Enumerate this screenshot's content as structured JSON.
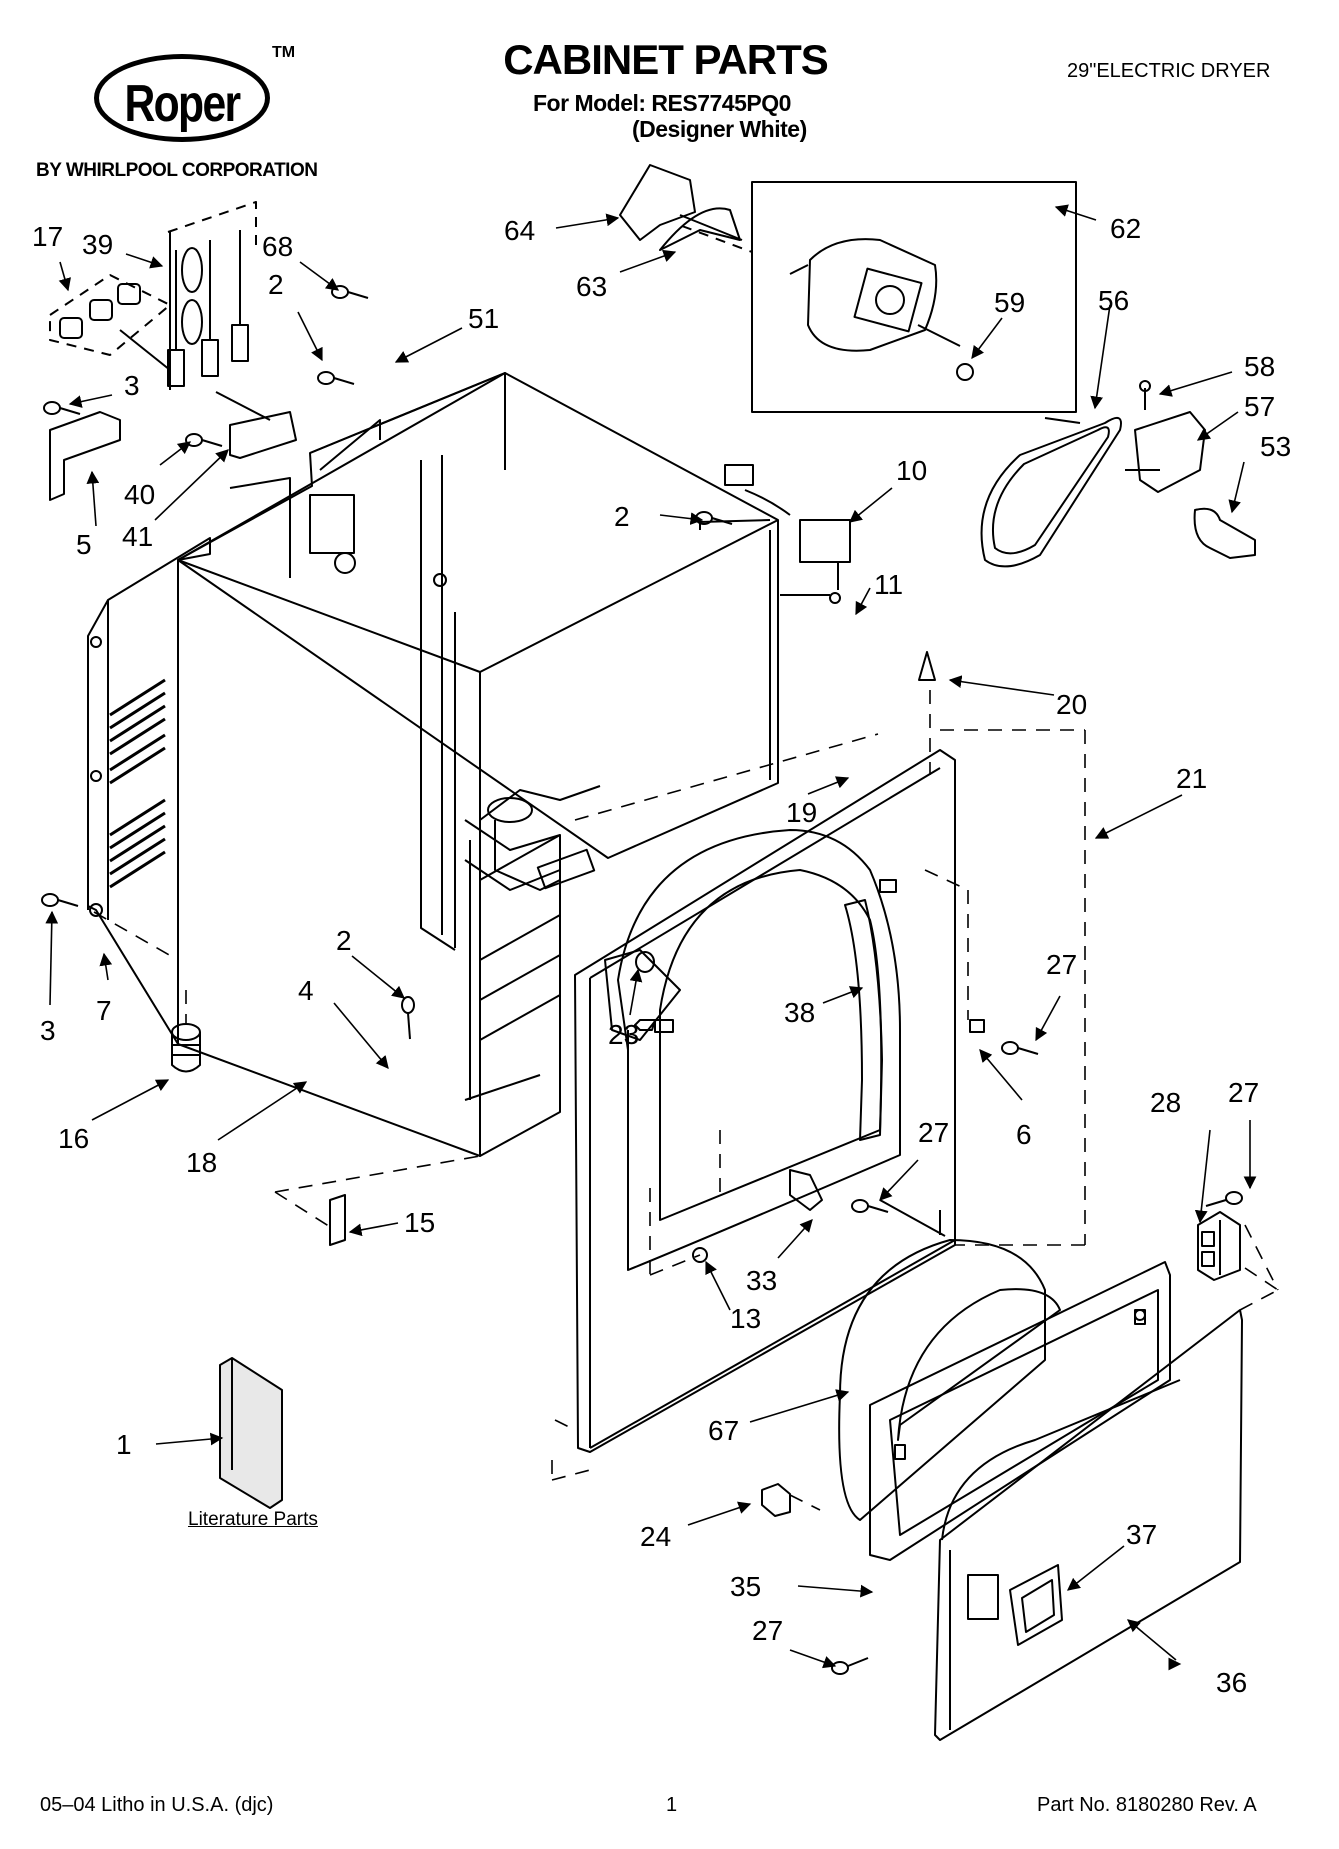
{
  "header": {
    "logo_text": "Roper",
    "trademark": "TM",
    "byline": "BY WHIRLPOOL CORPORATION",
    "title": "CABINET PARTS",
    "model_line": "For Model: RES7745PQ0",
    "variant": "(Designer White)",
    "product": "29\"ELECTRIC DRYER"
  },
  "diagram": {
    "literature_label": "Literature Parts",
    "callouts": [
      "17",
      "39",
      "68",
      "2",
      "51",
      "3",
      "40",
      "41",
      "5",
      "64",
      "63",
      "62",
      "59",
      "56",
      "58",
      "57",
      "53",
      "10",
      "2",
      "11",
      "20",
      "21",
      "19",
      "3",
      "7",
      "2",
      "4",
      "16",
      "18",
      "23",
      "38",
      "27",
      "6",
      "28",
      "27",
      "27",
      "15",
      "33",
      "13",
      "67",
      "24",
      "35",
      "37",
      "27",
      "36",
      "1"
    ]
  },
  "footer": {
    "litho": "05–04 Litho in U.S.A. (djc)",
    "page": "1",
    "part_no": "Part No. 8180280 Rev. A"
  }
}
